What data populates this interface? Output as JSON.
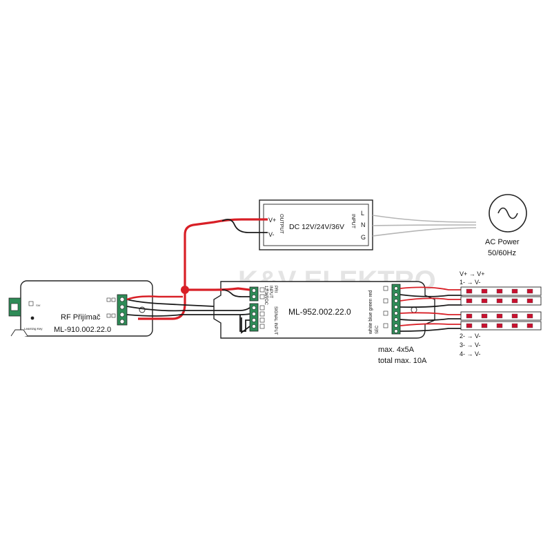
{
  "power_supply": {
    "label": "DC 12V/24V/36V",
    "output_label": "OUTPUT",
    "input_label": "INPUT",
    "v_plus": "V+",
    "v_minus": "V-",
    "l": "L",
    "n": "N",
    "g": "G"
  },
  "ac_power": {
    "line1": "AC Power",
    "line2": "50/60Hz"
  },
  "rf_receiver": {
    "name": "RF Přijímač",
    "model": "ML-910.002.22.0",
    "learning_key": "Learning Key"
  },
  "amplifier": {
    "model": "ML-952.002.22.0",
    "pri": "PRI",
    "input": "INPUT",
    "input_voltage": "12-36VDC",
    "signal_input": "SIGNAL INPUT",
    "sec": "SEC",
    "channels": "white  blue  green  red",
    "plus": "+",
    "minus": "−"
  },
  "limits": {
    "line1": "max. 4x5A",
    "line2": "total max. 10A"
  },
  "strip_notes": {
    "top1": "V+  →  V+",
    "top2": "1-  →  V-",
    "bottom2": "2-  →  V-",
    "bottom3": "3-  →  V-",
    "bottom4": "4-  →  V-"
  },
  "watermark": "K&V ELEKTRO",
  "colors": {
    "wire_red": "#d81f26",
    "wire_black": "#1a1a1a",
    "terminal_green": "#2e8b57",
    "outline": "#222222",
    "led_chip": "#c8102e"
  }
}
